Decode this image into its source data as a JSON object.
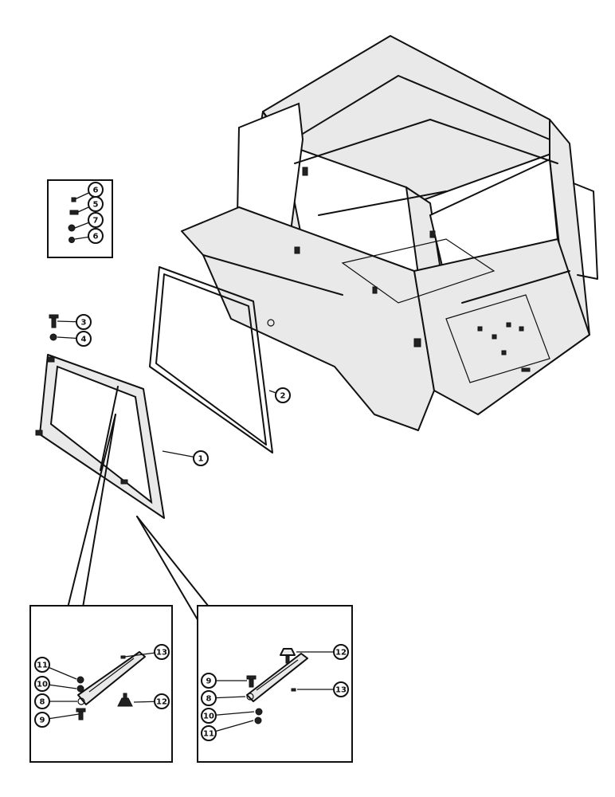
{
  "diagram": {
    "callouts": {
      "inset_top": [
        "6",
        "5",
        "7",
        "6"
      ],
      "main": [
        "3",
        "4",
        "2",
        "1"
      ],
      "detail_left": [
        "11",
        "10",
        "8",
        "9",
        "13",
        "12"
      ],
      "detail_right": [
        "9",
        "8",
        "10",
        "11",
        "12",
        "13"
      ]
    }
  },
  "colors": {
    "ink": "#111111",
    "paper": "#ffffff",
    "panel_shade": "#e9e9e9"
  }
}
